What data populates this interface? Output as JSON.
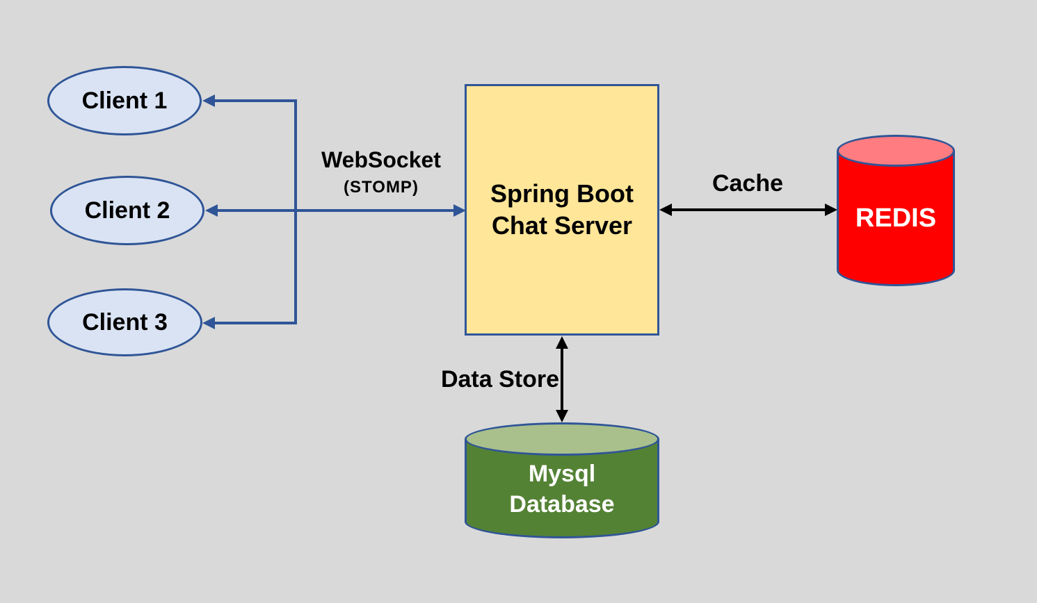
{
  "diagram": {
    "clients": [
      {
        "label": "Client 1"
      },
      {
        "label": "Client 2"
      },
      {
        "label": "Client 3"
      }
    ],
    "server": {
      "line1": "Spring Boot",
      "line2": "Chat Server"
    },
    "redis": {
      "label": "REDIS"
    },
    "mysql": {
      "line1": "Mysql",
      "line2": "Database"
    },
    "edges": {
      "websocket": {
        "label": "WebSocket",
        "sublabel": "(STOMP)"
      },
      "cache": {
        "label": "Cache"
      },
      "datastore": {
        "label": "Data Store"
      }
    },
    "colors": {
      "background": "#D9D9D9",
      "connector_blue": "#2F5597",
      "client_fill": "#DAE3F3",
      "server_fill": "#FFE699",
      "redis_body": "#FF0000",
      "redis_top": "#FF7C80",
      "mysql_body": "#548235",
      "mysql_top": "#A9C08C",
      "arrow_black": "#000000"
    }
  }
}
